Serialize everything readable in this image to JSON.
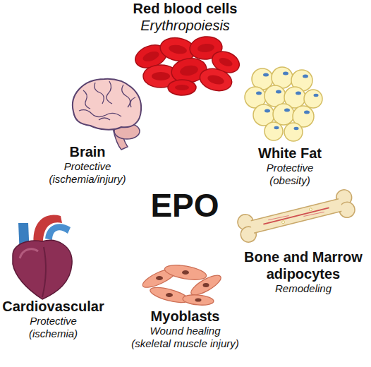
{
  "diagram": {
    "nodes": [
      {
        "text": [
          "Red blood cells",
          "Erythropoiesis"
        ]
      },
      {
        "text": [
          "Brain",
          "Protective (ischemia/injury)"
        ]
      },
      {
        "text": [
          "EPO"
        ]
      },
      {
        "text": [
          "White Fat",
          "Protective (obesity)"
        ]
      },
      {
        "text": [
          "Cardiovascular",
          "Protective (ischemia)"
        ]
      },
      {
        "text": [
          "Bone and Marrow adipocytes",
          "Remodeling"
        ]
      },
      {
        "text": [
          "Myoblasts",
          "Wound healing (skeletal muscle injury)"
        ]
      }
    ],
    "edges": [
      {
        "from": 2,
        "to": 0,
        "arrow": "to"
      },
      {
        "from": 2,
        "to": 1,
        "arrow": "to"
      },
      {
        "from": 2,
        "to": 3,
        "arrow": "to"
      },
      {
        "from": 2,
        "to": 4,
        "arrow": "to"
      },
      {
        "from": 2,
        "to": 5,
        "arrow": "to"
      },
      {
        "from": 2,
        "to": 6,
        "arrow": "to"
      }
    ]
  }
}
